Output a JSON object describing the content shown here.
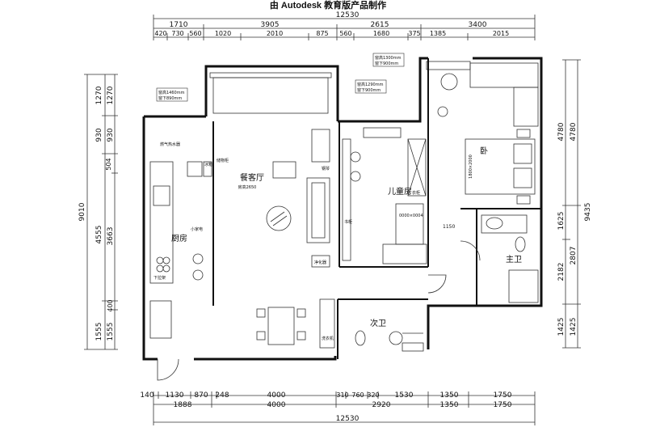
{
  "header": {
    "watermark": "由 Autodesk 教育版产品制作"
  },
  "dimensions": {
    "top_total": "12530",
    "top_row1": [
      "1710",
      "3905",
      "2615",
      "3400"
    ],
    "top_row2": [
      "420",
      "730",
      "560",
      "1020",
      "2010",
      "875",
      "560",
      "1680",
      "375",
      "1385",
      "2015"
    ],
    "bottom_row1": [
      "140",
      "1130",
      "870",
      "248",
      "4000",
      "310",
      "760",
      "320",
      "1530",
      "1350",
      "1750"
    ],
    "bottom_row2": [
      "1888",
      "4000",
      "2920",
      "1350",
      "1750"
    ],
    "bottom_total": "12530",
    "left_total": "9010",
    "left_row1": [
      "1270",
      "930",
      "504",
      "4555",
      "1555"
    ],
    "left_row2": [
      "1270",
      "930",
      "3663",
      "400",
      "1555"
    ],
    "right_total": "9435",
    "right_row1": [
      "4780",
      "1625",
      "2182",
      "1425"
    ],
    "right_row2": [
      "4780",
      "2807",
      "1425"
    ]
  },
  "rooms": {
    "living": "餐客厅",
    "living_height": "房高2650",
    "kitchen": "厨房",
    "kids": "儿童房",
    "master": "卧",
    "master_bath": "主卫",
    "second_bath": "次卫"
  },
  "notes": {
    "win_left_1": "窗高1460mm",
    "win_left_2": "窗下890mm",
    "win_mid_1": "窗高1290mm",
    "win_mid_2": "窗下900mm",
    "win_right_1": "窗高1300mm",
    "win_right_2": "窗下900mm",
    "bed": "1800×2000",
    "desk": "0000×0004",
    "corridor": "1150",
    "fridge": "冰箱",
    "gas_heater": "燃气热水器",
    "cabinet": "储物柜",
    "piano": "钢琴",
    "purifier": "净化器",
    "washer": "洗衣机",
    "kitchen_sink": "下拉架",
    "small_appliance": "小家电",
    "wardrobe": "衣柜",
    "bookshelf": "书柜"
  }
}
